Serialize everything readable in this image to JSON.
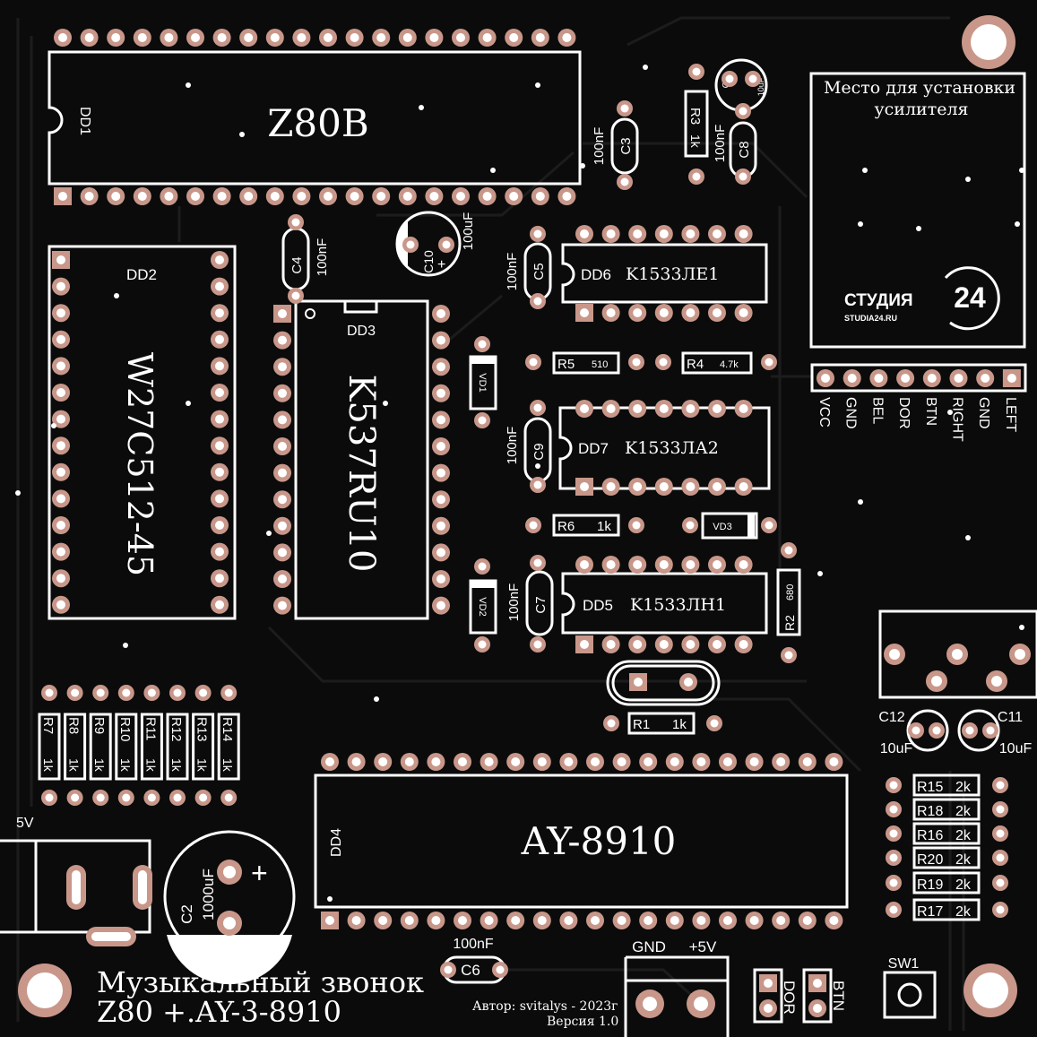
{
  "colors": {
    "board": "#0b0b0b",
    "silkscreen": "#ffffff",
    "pad": "#c8978a",
    "trace": "#1c1c1c"
  },
  "chips": {
    "dd1": {
      "ref": "DD1",
      "name": "Z80B"
    },
    "dd2": {
      "ref": "DD2",
      "name": "W27C512-45"
    },
    "dd3": {
      "ref": "DD3",
      "name": "K537RU10"
    },
    "dd4": {
      "ref": "DD4",
      "name": "AY-8910"
    },
    "dd5": {
      "ref": "DD5",
      "name": "K1533ЛН1"
    },
    "dd6": {
      "ref": "DD6",
      "name": "K1533ЛЕ1"
    },
    "dd7": {
      "ref": "DD7",
      "name": "K1533ЛА2"
    }
  },
  "capacitors": {
    "c1": {
      "ref": "C1",
      "value": "10uF"
    },
    "c2": {
      "ref": "C2",
      "value": "1000uF"
    },
    "c3": {
      "ref": "C3",
      "value": "100nF"
    },
    "c4": {
      "ref": "C4",
      "value": "100nF"
    },
    "c5": {
      "ref": "C5",
      "value": "100nF"
    },
    "c6": {
      "ref": "C6",
      "value": "100nF"
    },
    "c7": {
      "ref": "C7",
      "value": "100nF"
    },
    "c8": {
      "ref": "C8",
      "value": "100nF"
    },
    "c9": {
      "ref": "C9",
      "value": "100nF"
    },
    "c10": {
      "ref": "C10",
      "value": "100uF"
    },
    "c11": {
      "ref": "C11",
      "value": "10uF"
    },
    "c12": {
      "ref": "C12",
      "value": "10uF"
    }
  },
  "resistors": {
    "r1": {
      "ref": "R1",
      "value": "1k"
    },
    "r2": {
      "ref": "R2",
      "value": "680"
    },
    "r3": {
      "ref": "R3",
      "value": "1k"
    },
    "r4": {
      "ref": "R4",
      "value": "4.7k"
    },
    "r5": {
      "ref": "R5",
      "value": "510"
    },
    "r6": {
      "ref": "R6",
      "value": "1k"
    },
    "ladder": [
      {
        "ref": "R7",
        "value": "1k"
      },
      {
        "ref": "R8",
        "value": "1k"
      },
      {
        "ref": "R9",
        "value": "1k"
      },
      {
        "ref": "R10",
        "value": "1k"
      },
      {
        "ref": "R11",
        "value": "1k"
      },
      {
        "ref": "R12",
        "value": "1k"
      },
      {
        "ref": "R13",
        "value": "1k"
      },
      {
        "ref": "R14",
        "value": "1k"
      }
    ],
    "right": [
      {
        "ref": "R15",
        "value": "2k"
      },
      {
        "ref": "R18",
        "value": "2k"
      },
      {
        "ref": "R16",
        "value": "2k"
      },
      {
        "ref": "R20",
        "value": "2k"
      },
      {
        "ref": "R19",
        "value": "2k"
      },
      {
        "ref": "R17",
        "value": "2k"
      }
    ]
  },
  "diodes": {
    "vd1": "VD1",
    "vd2": "VD2",
    "vd3": "VD3"
  },
  "amp_area": {
    "line1": "Место для установки",
    "line2": "усилителя"
  },
  "logo": {
    "brand": "СТУДИЯ",
    "number": "24",
    "url": "STUDIA24.RU"
  },
  "header_pins": [
    "VCC",
    "GND",
    "BEL",
    "DOR",
    "BTN",
    "RIGHT",
    "GND",
    "LEFT"
  ],
  "power": {
    "jack_label": "5V",
    "gnd": "GND",
    "vcc": "+5V"
  },
  "jumpers": {
    "dor": "DOR",
    "btn": "BTN",
    "sw": "SW1"
  },
  "title": {
    "line1": "Музыкальный звонок",
    "line2": "Z80 +.AY-3-8910"
  },
  "author": "Автор: svitalys - 2023г",
  "version": "Версия 1.0"
}
